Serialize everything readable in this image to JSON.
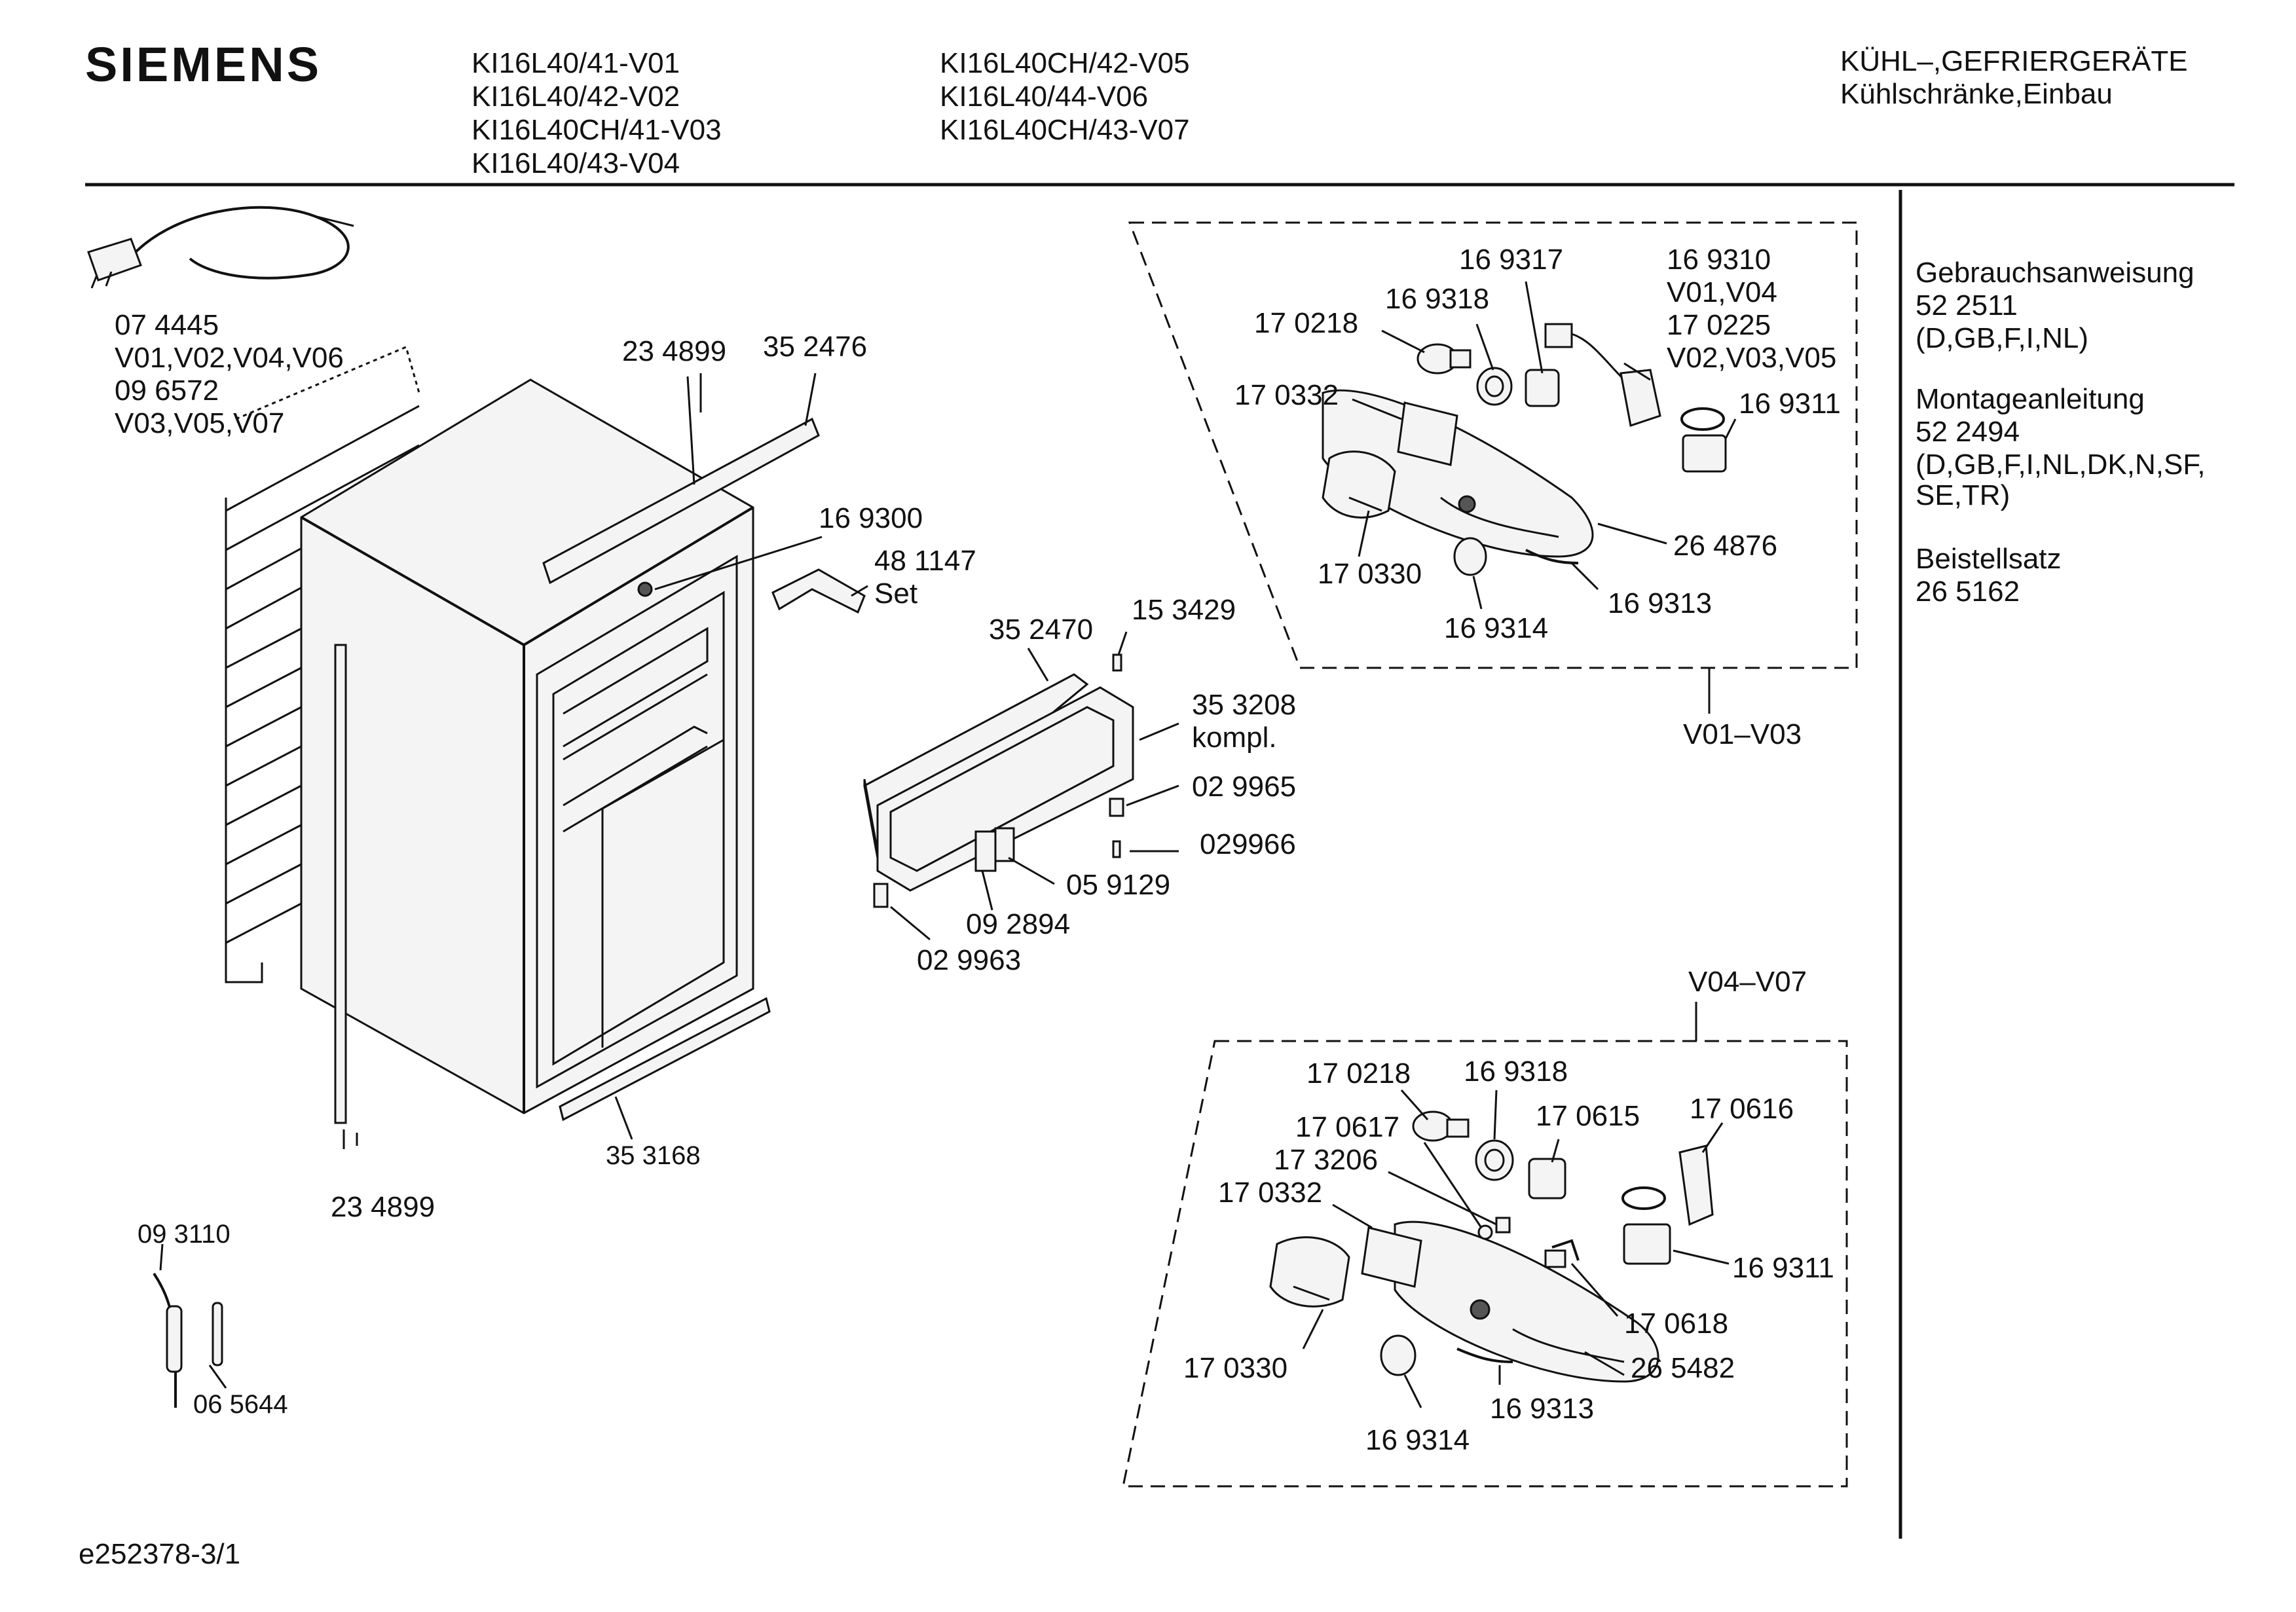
{
  "header": {
    "brand": "SIEMENS",
    "models_col1": [
      "KI16L40/41-V01",
      "KI16L40/42-V02",
      "KI16L40CH/41-V03",
      "KI16L40/43-V04"
    ],
    "models_col2": [
      "KI16L40CH/42-V05",
      "KI16L40/44-V06",
      "KI16L40CH/43-V07"
    ],
    "category": [
      "KÜHL–,GEFRIERGERÄTE",
      "Kühlschränke,Einbau"
    ]
  },
  "sidebar": {
    "docs": [
      {
        "title": "Gebrauchsanweisung",
        "number": "52 2511",
        "langs": [
          "(D,GB,F,I,NL)"
        ]
      },
      {
        "title": "Montageanleitung",
        "number": "52 2494",
        "langs": [
          "(D,GB,F,I,NL,DK,N,SF,",
          "SE,TR)"
        ]
      },
      {
        "title": "Beistellsatz",
        "number": "26 5162",
        "langs": []
      }
    ]
  },
  "main": {
    "cable": [
      "07 4445",
      "V01,V02,V04,V06",
      "09 6572",
      "V03,V05,V07"
    ],
    "p_234899_top": "23 4899",
    "p_352476": "35 2476",
    "p_169300": "16 9300",
    "p_481147": [
      "48 1147",
      "Set"
    ],
    "p_352470": "35 2470",
    "p_153429": "15 3429",
    "p_353208": [
      "35 3208",
      "kompl."
    ],
    "p_029965": "02 9965",
    "p_029966": "029966",
    "p_059129": "05 9129",
    "p_092894": "09 2894",
    "p_029963": "02 9963",
    "p_353168": "35 3168",
    "p_234899_bottom": "23 4899",
    "p_093110": "09 3110",
    "p_065644": "06 5644"
  },
  "lamp_a": {
    "variant": "V01–V03",
    "p_169317": "16 9317",
    "p_169310": [
      "16 9310",
      "V01,V04",
      "17 0225",
      "V02,V03,V05"
    ],
    "p_169318": "16 9318",
    "p_170218": "17 0218",
    "p_170332": "17 0332",
    "p_169311": "16 9311",
    "p_264876": "26 4876",
    "p_170330": "17 0330",
    "p_169313": "16 9313",
    "p_169314": "16 9314"
  },
  "lamp_b": {
    "variant": "V04–V07",
    "p_170218": "17 0218",
    "p_169318": "16 9318",
    "p_170617": "17 0617",
    "p_170615": "17 0615",
    "p_170616": "17 0616",
    "p_173206": "17 3206",
    "p_170332": "17 0332",
    "p_169311": "16 9311",
    "p_170618": "17 0618",
    "p_265482": "26 5482",
    "p_170330": "17 0330",
    "p_169313": "16 9313",
    "p_169314": "16 9314"
  },
  "footer": {
    "drawing_id": "e252378-3/1"
  }
}
